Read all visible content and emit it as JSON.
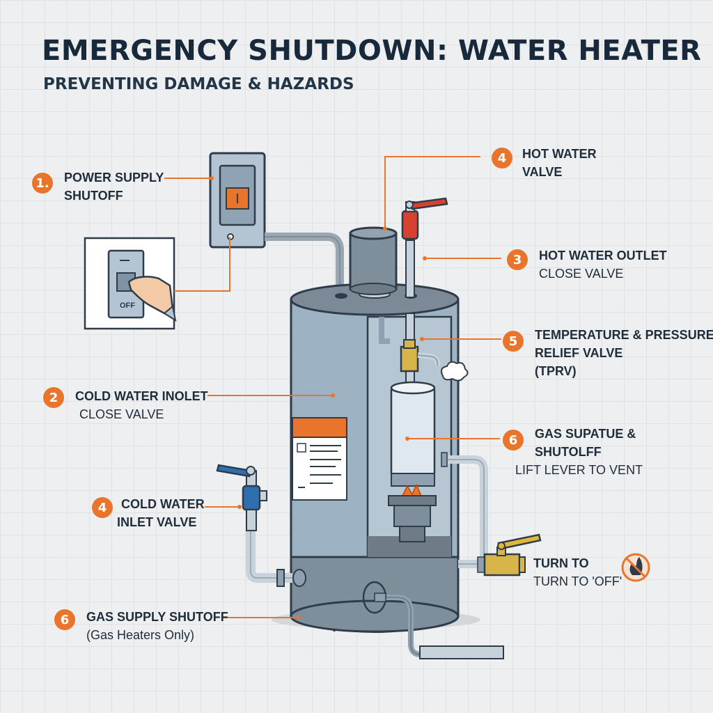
{
  "title": "EMERGENCY SHUTDOWN: WATER HEATER",
  "subtitle": "PREVENTING DAMAGE & HAZARDS",
  "switch_label": "OFF",
  "colors": {
    "accent": "#e8752b",
    "tank": "#9db2c3",
    "tank_base": "#7f8e9b",
    "hot_handle": "#d9412f",
    "cold_handle": "#2f6fb0",
    "gas_valve": "#e2b637",
    "outline": "#2e3c4a"
  },
  "callouts": [
    {
      "badge": "1.",
      "line1": "POWER SUPPLY",
      "line2": "SHUTOFF"
    },
    {
      "badge": "4",
      "line1": "HOT WATER",
      "line2": "VALVE"
    },
    {
      "badge": "3",
      "line1": "HOT WATER OUTLET",
      "line2": "CLOSE VALVE"
    },
    {
      "badge": "5",
      "line1": "TEMPERATURE & PRESSURE",
      "line2": "RELIEF VALVE",
      "line3": "(TPRV)"
    },
    {
      "badge": "2",
      "line1": "COLD WATER INOLET",
      "line2": "CLOSE VALVE"
    },
    {
      "badge": "6",
      "line1": "GAS SUPATUE &",
      "line2": "SHUTOLFF",
      "line3": "LIFT LEVER TO VENT"
    },
    {
      "badge": "4",
      "line1": "COLD WATER",
      "line2": "INLET VALVE"
    },
    {
      "line1": "TURN TO",
      "line2": "TURN TO 'OFF'"
    },
    {
      "badge": "6",
      "line1": "GAS SUPPLY SHUTOFF",
      "line2": "(Gas Heaters Only)"
    }
  ]
}
